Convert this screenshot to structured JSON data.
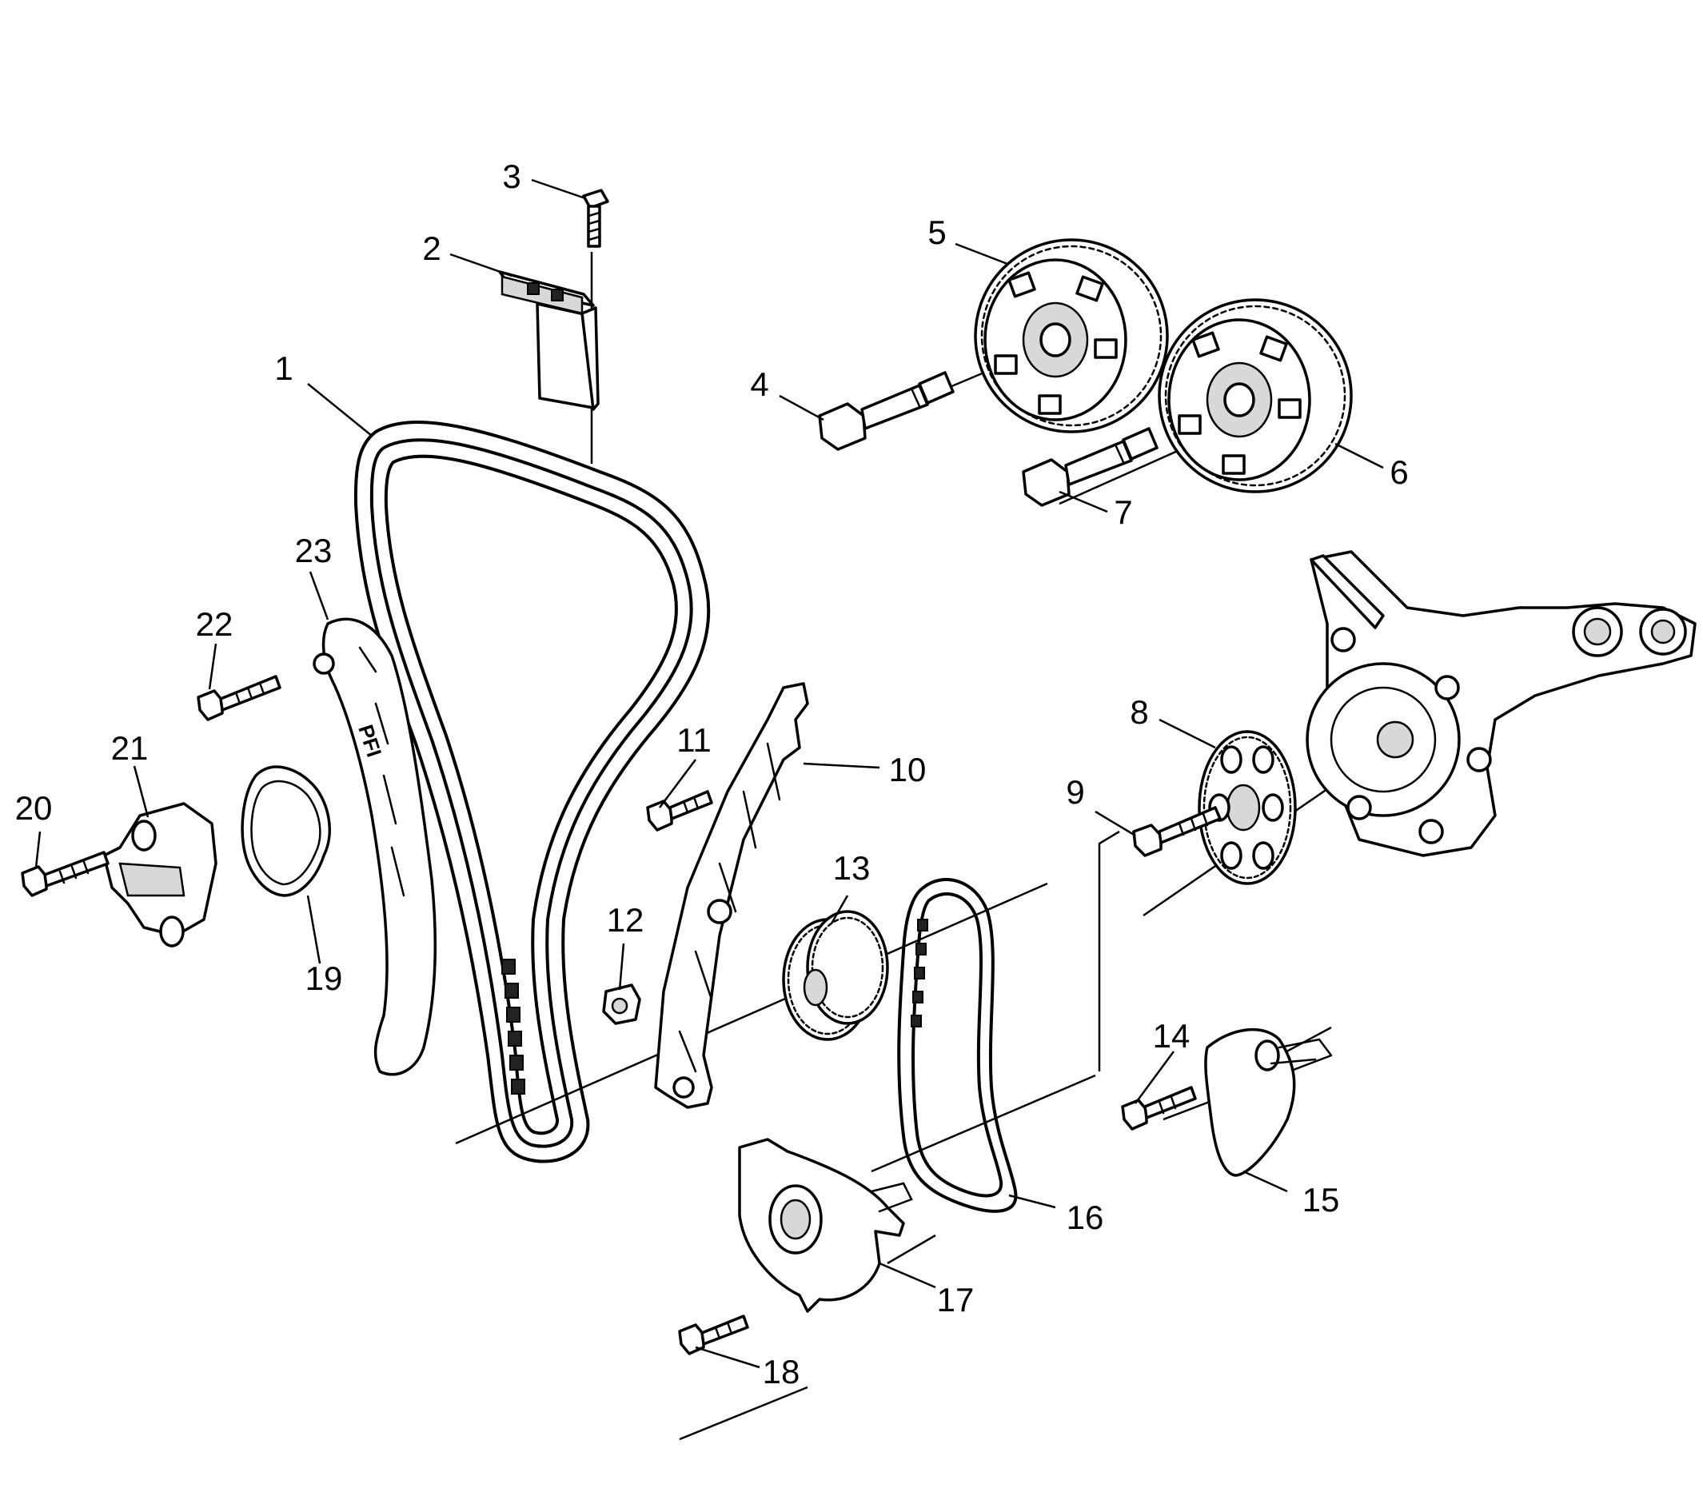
{
  "callouts": [
    {
      "id": "1",
      "label": "1"
    },
    {
      "id": "2",
      "label": "2"
    },
    {
      "id": "3",
      "label": "3"
    },
    {
      "id": "4",
      "label": "4"
    },
    {
      "id": "5",
      "label": "5"
    },
    {
      "id": "6",
      "label": "6"
    },
    {
      "id": "7",
      "label": "7"
    },
    {
      "id": "8",
      "label": "8"
    },
    {
      "id": "9",
      "label": "9"
    },
    {
      "id": "10",
      "label": "10"
    },
    {
      "id": "11",
      "label": "11"
    },
    {
      "id": "12",
      "label": "12"
    },
    {
      "id": "13",
      "label": "13"
    },
    {
      "id": "14",
      "label": "14"
    },
    {
      "id": "15",
      "label": "15"
    },
    {
      "id": "16",
      "label": "16"
    },
    {
      "id": "17",
      "label": "17"
    },
    {
      "id": "18",
      "label": "18"
    },
    {
      "id": "19",
      "label": "19"
    },
    {
      "id": "20",
      "label": "20"
    },
    {
      "id": "21",
      "label": "21"
    },
    {
      "id": "22",
      "label": "22"
    },
    {
      "id": "23",
      "label": "23"
    }
  ],
  "guide_markings": {
    "letters": "PFI"
  },
  "colors": {
    "ink": "#000000",
    "paper": "#ffffff",
    "shade": "#d8d8d8"
  }
}
